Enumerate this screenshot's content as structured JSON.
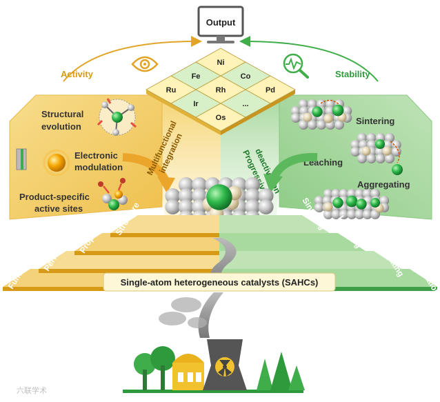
{
  "output": {
    "label": "Output"
  },
  "activity": {
    "label": "Activity"
  },
  "stability": {
    "label": "Stability"
  },
  "left_panel": {
    "structural": "Structural",
    "evolution": "evolution",
    "electronic": "Electronic",
    "modulation": "modulation",
    "product": "Product-specific",
    "active_sites": "active sites"
  },
  "right_panel": {
    "sintering": "Sintering",
    "leaching": "Leaching",
    "aggregating": "Aggregating"
  },
  "elements": [
    "Ni",
    "Co",
    "Pd",
    "Fe",
    "Rh",
    "...",
    "Ru",
    "Ir",
    "Os"
  ],
  "left_arc": {
    "line1": "Multifunctional",
    "line2": "integration"
  },
  "right_arc": {
    "line1": "Progressive",
    "line2": "deactivation"
  },
  "left_steps": [
    "Functionality",
    "Performance",
    "Property",
    "Structure"
  ],
  "right_steps": [
    "Sintering",
    "Leaching",
    "Aggregating",
    "Deactivation"
  ],
  "banner": {
    "label": "Single-atom heterogeneous catalysts (SAHCs)"
  },
  "colors": {
    "activity": "#e1a424",
    "stability": "#5cb85c",
    "dark_green": "#2e8b3c",
    "panel_left": "#f4d06b",
    "panel_right": "#a9d9a2"
  },
  "watermark": "六联学术"
}
